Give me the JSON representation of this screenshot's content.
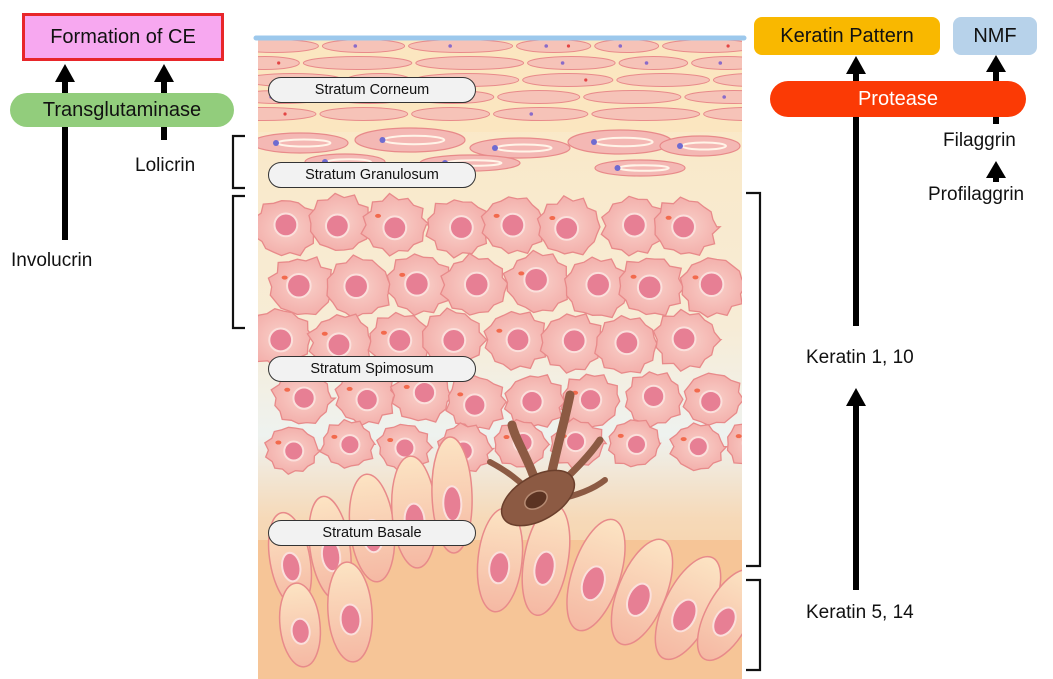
{
  "left": {
    "formation": "Formation of CE",
    "transglutaminase": "Transglutaminase",
    "lolicrin": "Lolicrin",
    "involucrin": "Involucrin"
  },
  "layers": {
    "corneum": "Stratum Corneum",
    "granulosum": "Stratum Granulosum",
    "spinosum": "Stratum Spimosum",
    "basale": "Stratum Basale"
  },
  "right": {
    "keratin_pattern": "Keratin Pattern",
    "nmf": "NMF",
    "protease": "Protease",
    "filaggrin": "Filaggrin",
    "profilaggrin": "Profilaggrin",
    "keratin_1_10": "Keratin 1, 10",
    "keratin_5_14": "Keratin 5, 14"
  },
  "colors": {
    "formation_fill": "#f7a8f0",
    "formation_border": "#e8262a",
    "transglutaminase_fill": "#92cd7c",
    "keratin_pattern_fill": "#f9b800",
    "nmf_fill": "#b7d2ea",
    "protease_fill": "#fb3a05",
    "cell_fill": "#f4b8b4",
    "cell_border": "#e88a8a",
    "nucleus_fill": "#e77f94",
    "melanocyte": "#8c5a43",
    "basal_fill": "#f6c79a"
  }
}
